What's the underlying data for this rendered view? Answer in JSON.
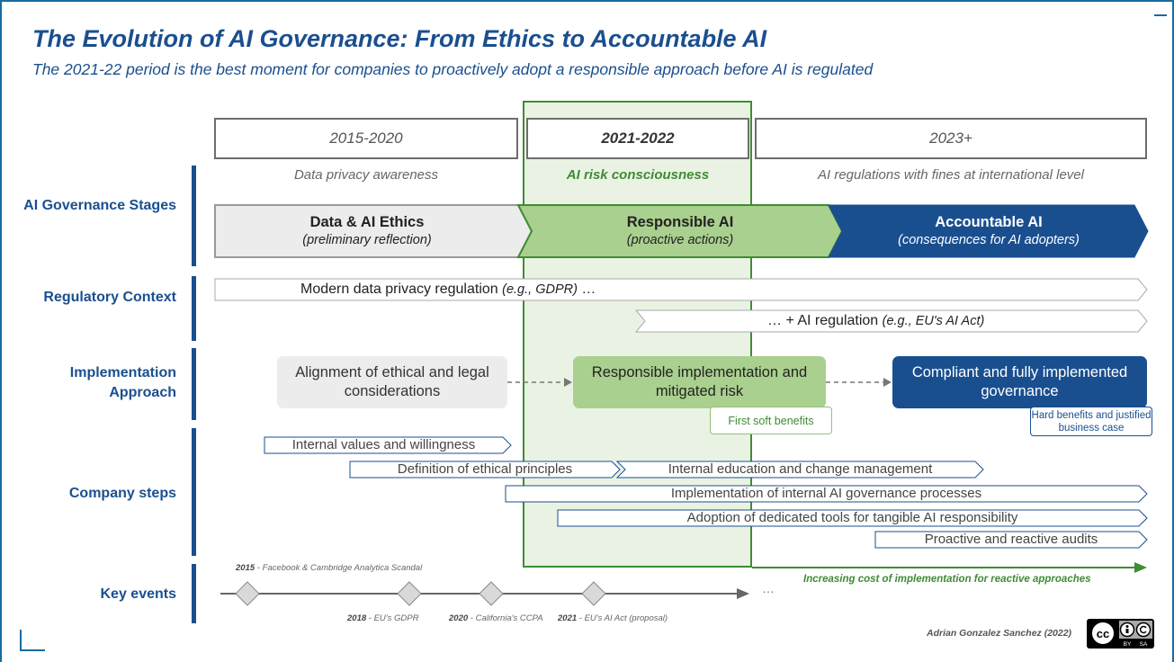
{
  "title": "The Evolution of AI Governance: From Ethics to Accountable AI",
  "subtitle": "The 2021-22 period is the best moment for companies to proactively adopt a responsible approach before AI is regulated",
  "periods": [
    {
      "label": "2015-2020",
      "caption": "Data privacy awareness"
    },
    {
      "label": "2021-2022",
      "caption": "AI risk consciousness"
    },
    {
      "label": "2023+",
      "caption": "AI regulations with fines at international level"
    }
  ],
  "rows": {
    "stages": "AI Governance Stages",
    "regulatory": "Regulatory Context",
    "implementation": "Implementation Approach",
    "company": "Company steps",
    "events": "Key events"
  },
  "stages": [
    {
      "title": "Data & AI Ethics",
      "subtitle": "(preliminary reflection)"
    },
    {
      "title": "Responsible AI",
      "subtitle": "(proactive actions)"
    },
    {
      "title": "Accountable AI",
      "subtitle": "(consequences for AI adopters)"
    }
  ],
  "regulatory": {
    "privacy_text": "Modern data privacy regulation",
    "privacy_example": "(e.g., GDPR)",
    "privacy_suffix": "…",
    "ai_prefix": "… + AI regulation",
    "ai_example": "(e.g., EU's AI Act)"
  },
  "implementation": [
    "Alignment of ethical and legal considerations",
    "Responsible implementation and mitigated risk",
    "Compliant and fully implemented governance"
  ],
  "benefits": [
    "First soft benefits",
    "Hard benefits and justified business case"
  ],
  "company_steps": [
    "Internal values and willingness",
    "Definition of ethical principles",
    "Internal education and change management",
    "Implementation of internal AI governance processes",
    "Adoption of dedicated tools for tangible AI responsibility",
    "Proactive and reactive audits"
  ],
  "events": [
    {
      "year": "2015",
      "text": "Facebook & Cambridge Analytica Scandal"
    },
    {
      "year": "2018",
      "text": "EU's GDPR"
    },
    {
      "year": "2020",
      "text": "California's CCPA"
    },
    {
      "year": "2021",
      "text": "EU's AI Act (proposal)"
    }
  ],
  "events_more": "…",
  "cost_note": "Increasing cost of implementation for reactive approaches",
  "author": "Adrian Gonzalez Sanchez (2022)",
  "license": {
    "cc": "cc",
    "by": "BY",
    "sa": "SA"
  },
  "colors": {
    "blue": "#1a4f8f",
    "green": "#3f8c34",
    "light_green": "#a9d08e",
    "grey": "#ececec"
  }
}
